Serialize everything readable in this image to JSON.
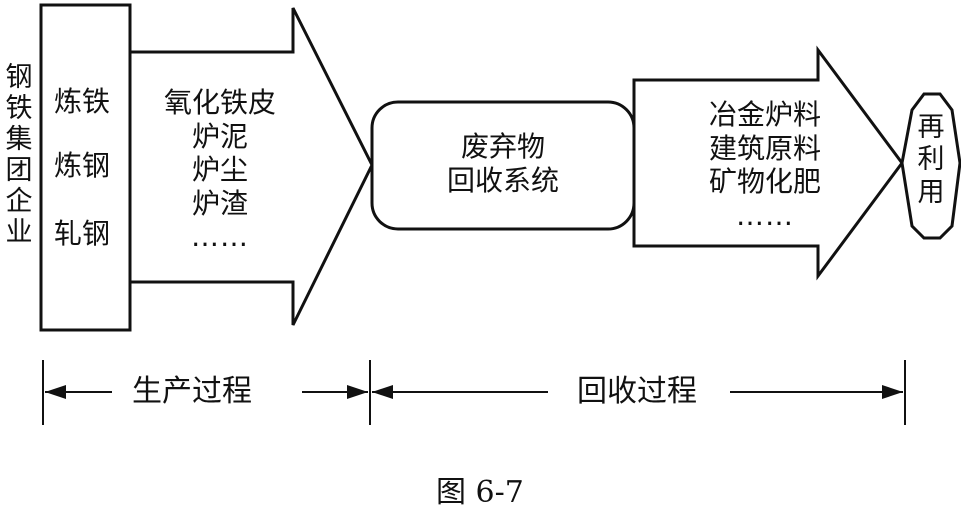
{
  "enterprise_label": [
    "钢",
    "铁",
    "集",
    "团",
    "企",
    "业"
  ],
  "processes": [
    "炼铁",
    "炼钢",
    "轧钢"
  ],
  "wastes": [
    "氧化铁皮",
    "炉泥",
    "炉尘",
    "炉渣",
    "……"
  ],
  "recovery_system": [
    "废弃物",
    "回收系统"
  ],
  "products": [
    "冶金炉料",
    "建筑原料",
    "矿物化肥",
    "……"
  ],
  "reuse": [
    "再",
    "利",
    "用"
  ],
  "phase_production": "生产过程",
  "phase_recovery": "回收过程",
  "caption": "图 6-7"
}
